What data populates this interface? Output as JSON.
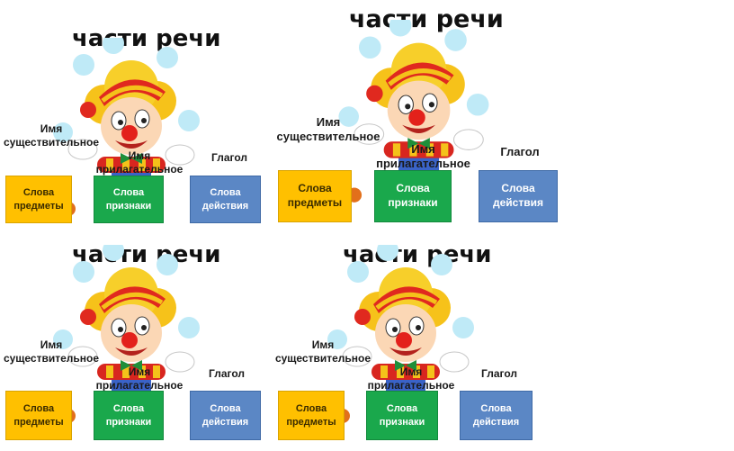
{
  "panels": [
    {
      "title": "части речи",
      "noun_label": "Имя\nсуществительное",
      "adj_label": "Имя\nприлагательное",
      "verb_label": "Глагол",
      "box_nouns": "Слова\nпредметы",
      "box_adjs": "Слова\nпризнаки",
      "box_verbs": "Слова\nдействия"
    },
    {
      "title": "части речи",
      "noun_label": "Имя\nсуществительное",
      "adj_label": "Имя\nприлагательное",
      "verb_label": "Глагол",
      "box_nouns": "Слова\nпредметы",
      "box_adjs": "Слова\nпризнаки",
      "box_verbs": "Слова\nдействия"
    },
    {
      "title": "части речи",
      "noun_label": "Имя\nсуществительное",
      "adj_label": "Имя\nприлагательное",
      "verb_label": "Глагол",
      "box_nouns": "Слова\nпредметы",
      "box_adjs": "Слова\nпризнаки",
      "box_verbs": "Слова\nдействия"
    },
    {
      "title": "части речи",
      "noun_label": "Имя\nсуществительное",
      "adj_label": "Имя\nприлагательное",
      "verb_label": "Глагол",
      "box_nouns": "Слова\nпредметы",
      "box_adjs": "Слова\nпризнаки",
      "box_verbs": "Слова\nдействия"
    }
  ],
  "colors": {
    "nouns_box": "#ffc000",
    "adjs_box": "#1aa84c",
    "verbs_box": "#5b87c5",
    "juggling_balls": "#bfeaf7"
  },
  "icons": [
    "clown-juggler-illustration"
  ]
}
